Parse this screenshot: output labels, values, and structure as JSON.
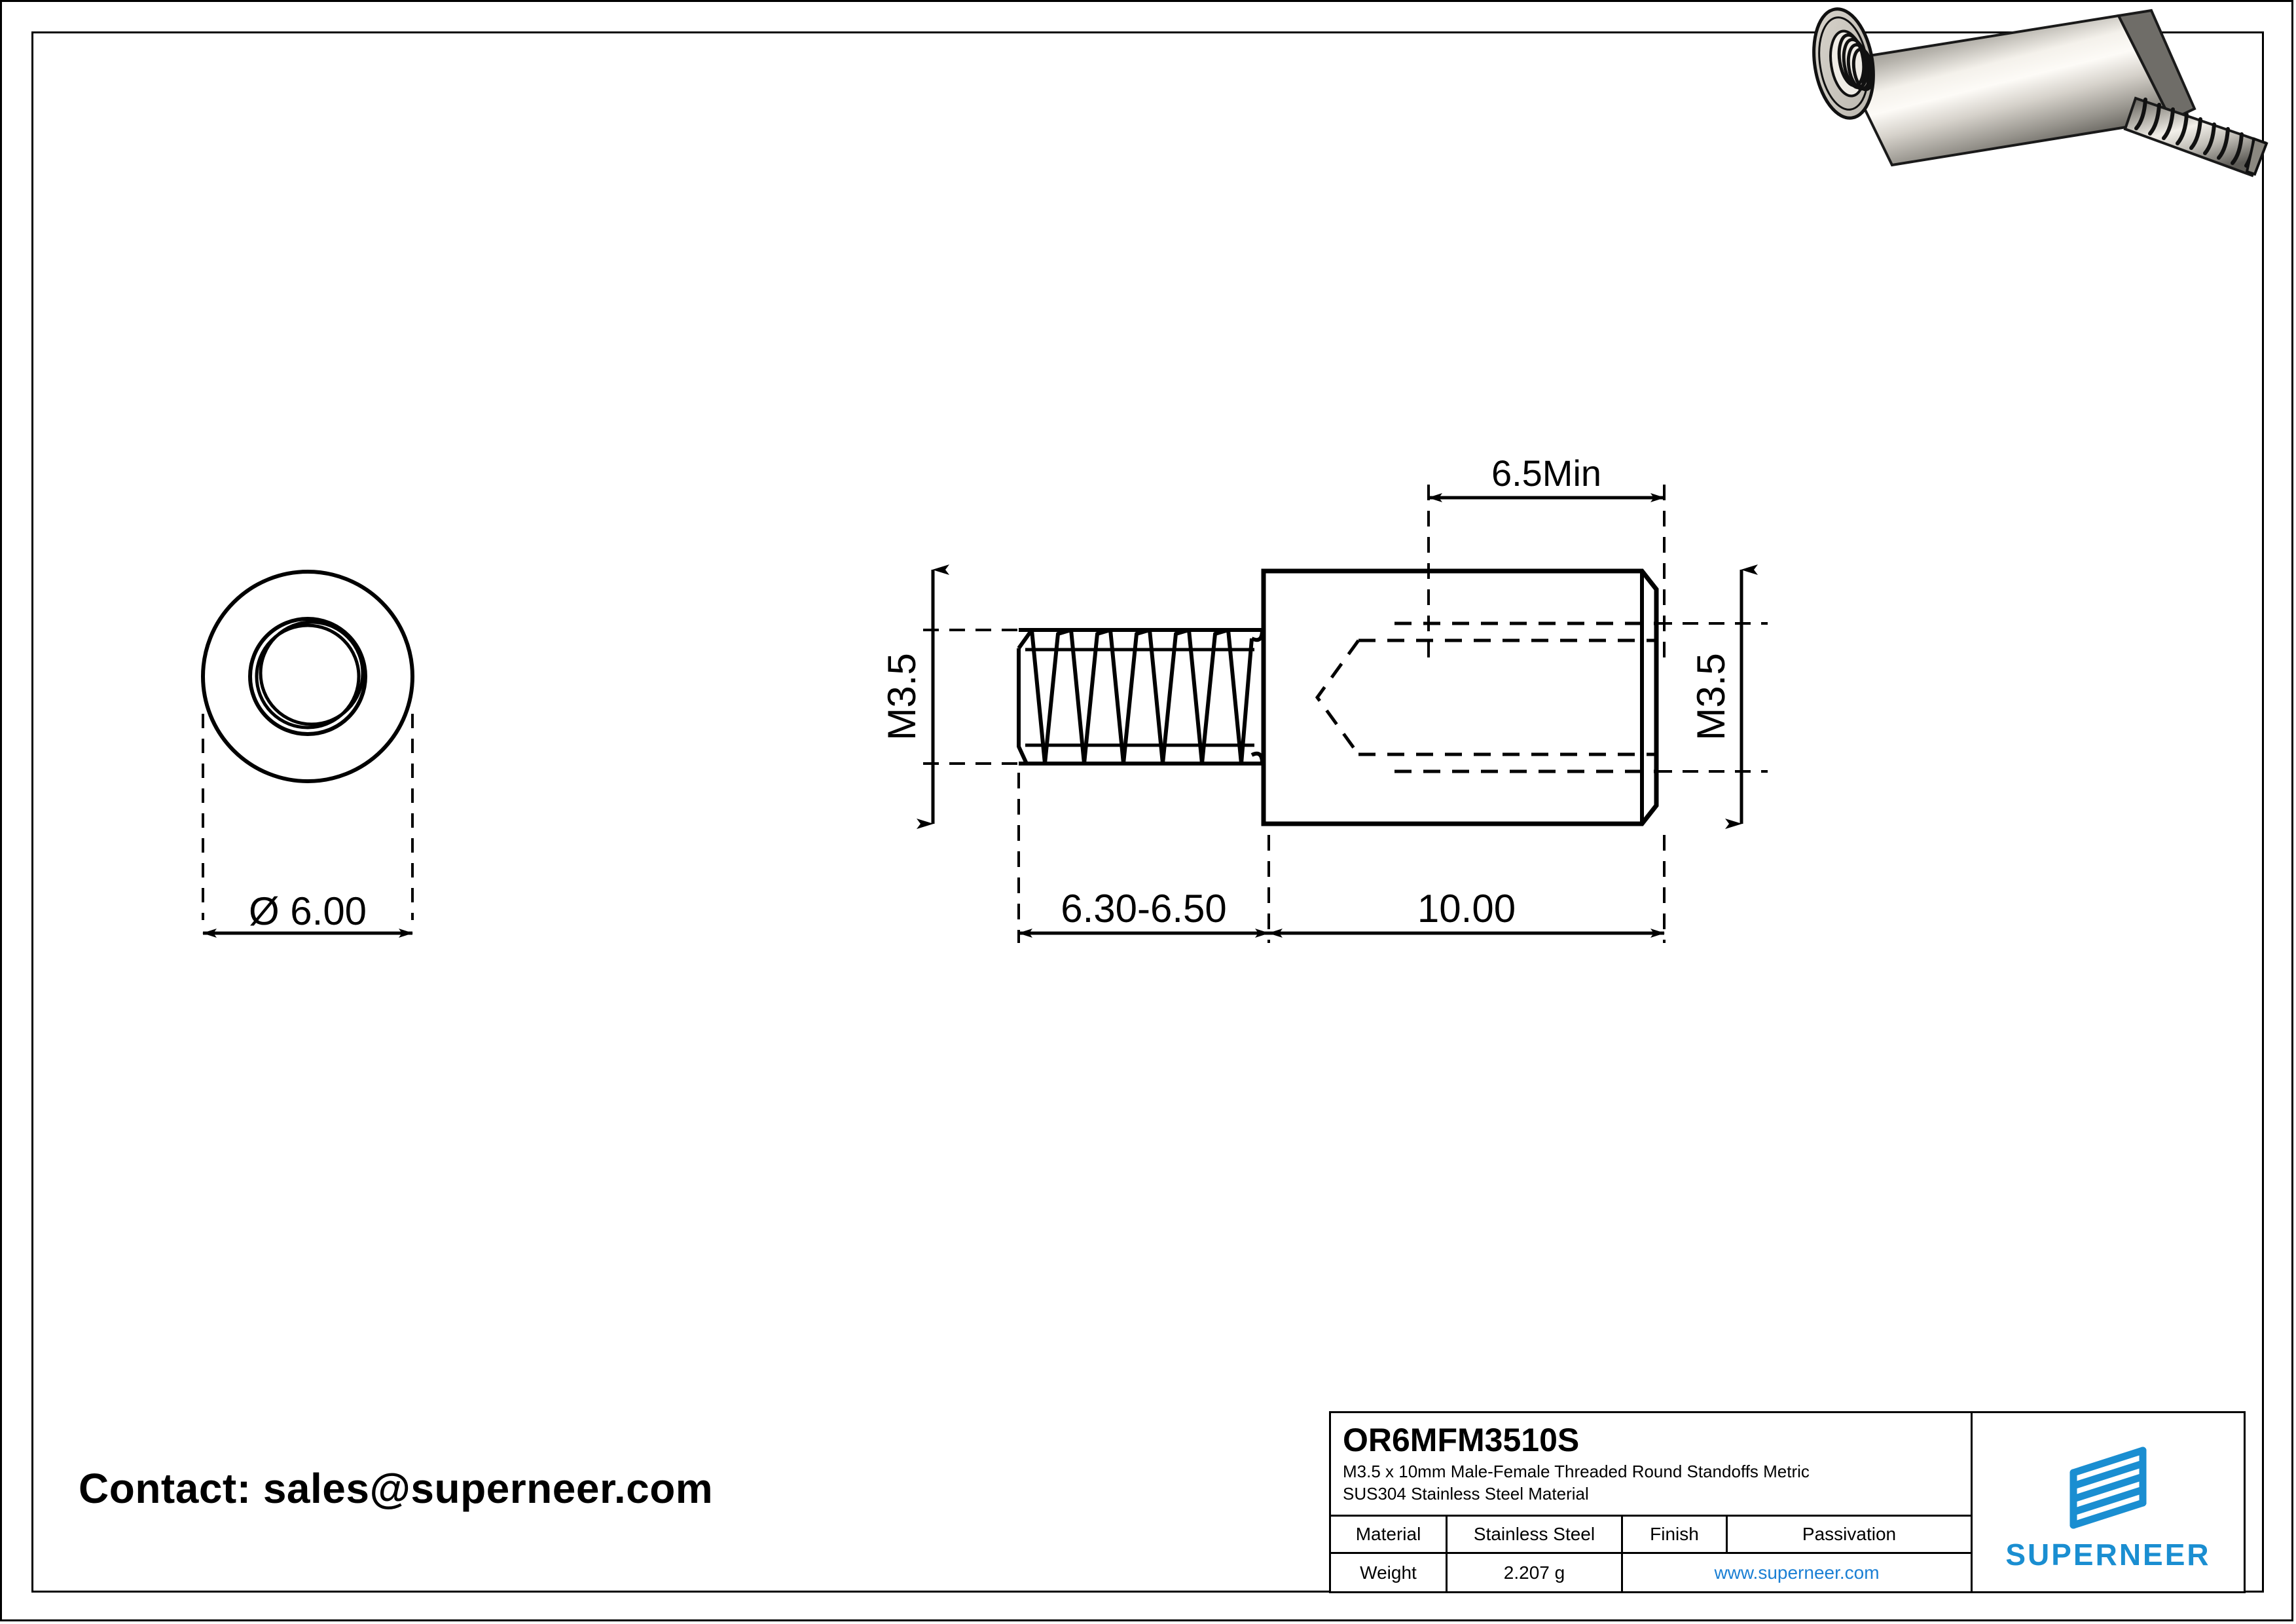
{
  "sheet": {
    "contact": "Contact: sales@superneer.com"
  },
  "drawing": {
    "front_view": {
      "name": "end-face-circular-view",
      "diameter_label": "Ø 6.00"
    },
    "side_view": {
      "name": "side-section-view",
      "dimensions": {
        "male_thread_callout": "M3.5",
        "female_thread_callout": "M3.5",
        "female_depth": "6.5Min",
        "male_thread_length": "6.30-6.50",
        "body_length": "10.00"
      }
    },
    "iso_view": {
      "name": "isometric-render",
      "body_fill_light": "#f2efe9",
      "body_fill_dark": "#8a8780"
    }
  },
  "title_block": {
    "part_number": "OR6MFM3510S",
    "description_line1": "M3.5 x 10mm Male-Female Threaded Round Standoffs Metric",
    "description_line2": "SUS304 Stainless Steel Material",
    "rows": [
      {
        "label": "Material",
        "value": "Stainless Steel",
        "label2": "Finish",
        "value2": "Passivation"
      },
      {
        "label": "Weight",
        "value": "2.207 g",
        "website": "www.superneer.com"
      }
    ],
    "brand": {
      "name": "SUPERNEER",
      "color": "#1a8ed1"
    }
  }
}
